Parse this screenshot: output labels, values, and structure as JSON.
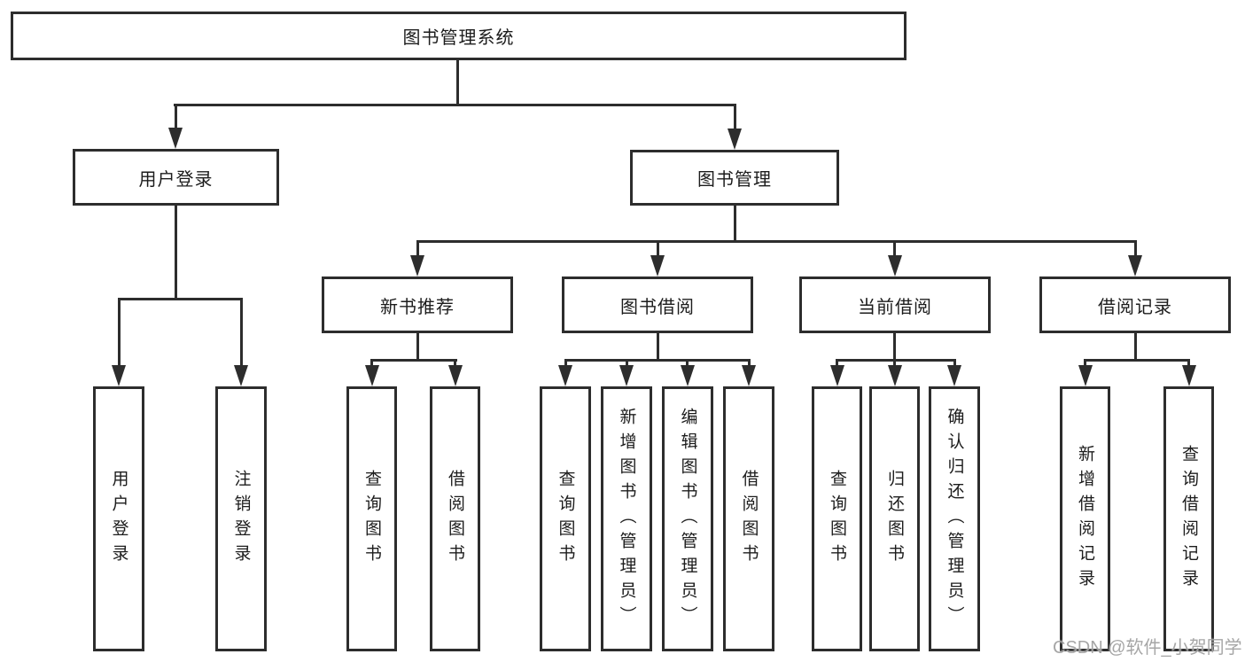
{
  "tree": {
    "root": {
      "label": "图书管理系统"
    },
    "children": [
      {
        "label": "用户登录",
        "children": [
          {
            "label": "用户登录"
          },
          {
            "label": "注销登录"
          }
        ]
      },
      {
        "label": "图书管理",
        "children": [
          {
            "label": "新书推荐",
            "children": [
              {
                "label": "查询图书"
              },
              {
                "label": "借阅图书"
              }
            ]
          },
          {
            "label": "图书借阅",
            "children": [
              {
                "label": "查询图书"
              },
              {
                "label": "新增图书（管理员）"
              },
              {
                "label": "编辑图书（管理员）"
              },
              {
                "label": "借阅图书"
              }
            ]
          },
          {
            "label": "当前借阅",
            "children": [
              {
                "label": "查询图书"
              },
              {
                "label": "归还图书"
              },
              {
                "label": "确认归还（管理员）"
              }
            ]
          },
          {
            "label": "借阅记录",
            "children": [
              {
                "label": "新增借阅记录"
              },
              {
                "label": "查询借阅记录"
              }
            ]
          }
        ]
      }
    ]
  },
  "watermark": "CSDN @软件_小贺同学",
  "colors": {
    "line": "#2d2d2d",
    "text": "#1c1c1c",
    "watermark": "#9e9e9e",
    "background": "#ffffff"
  }
}
